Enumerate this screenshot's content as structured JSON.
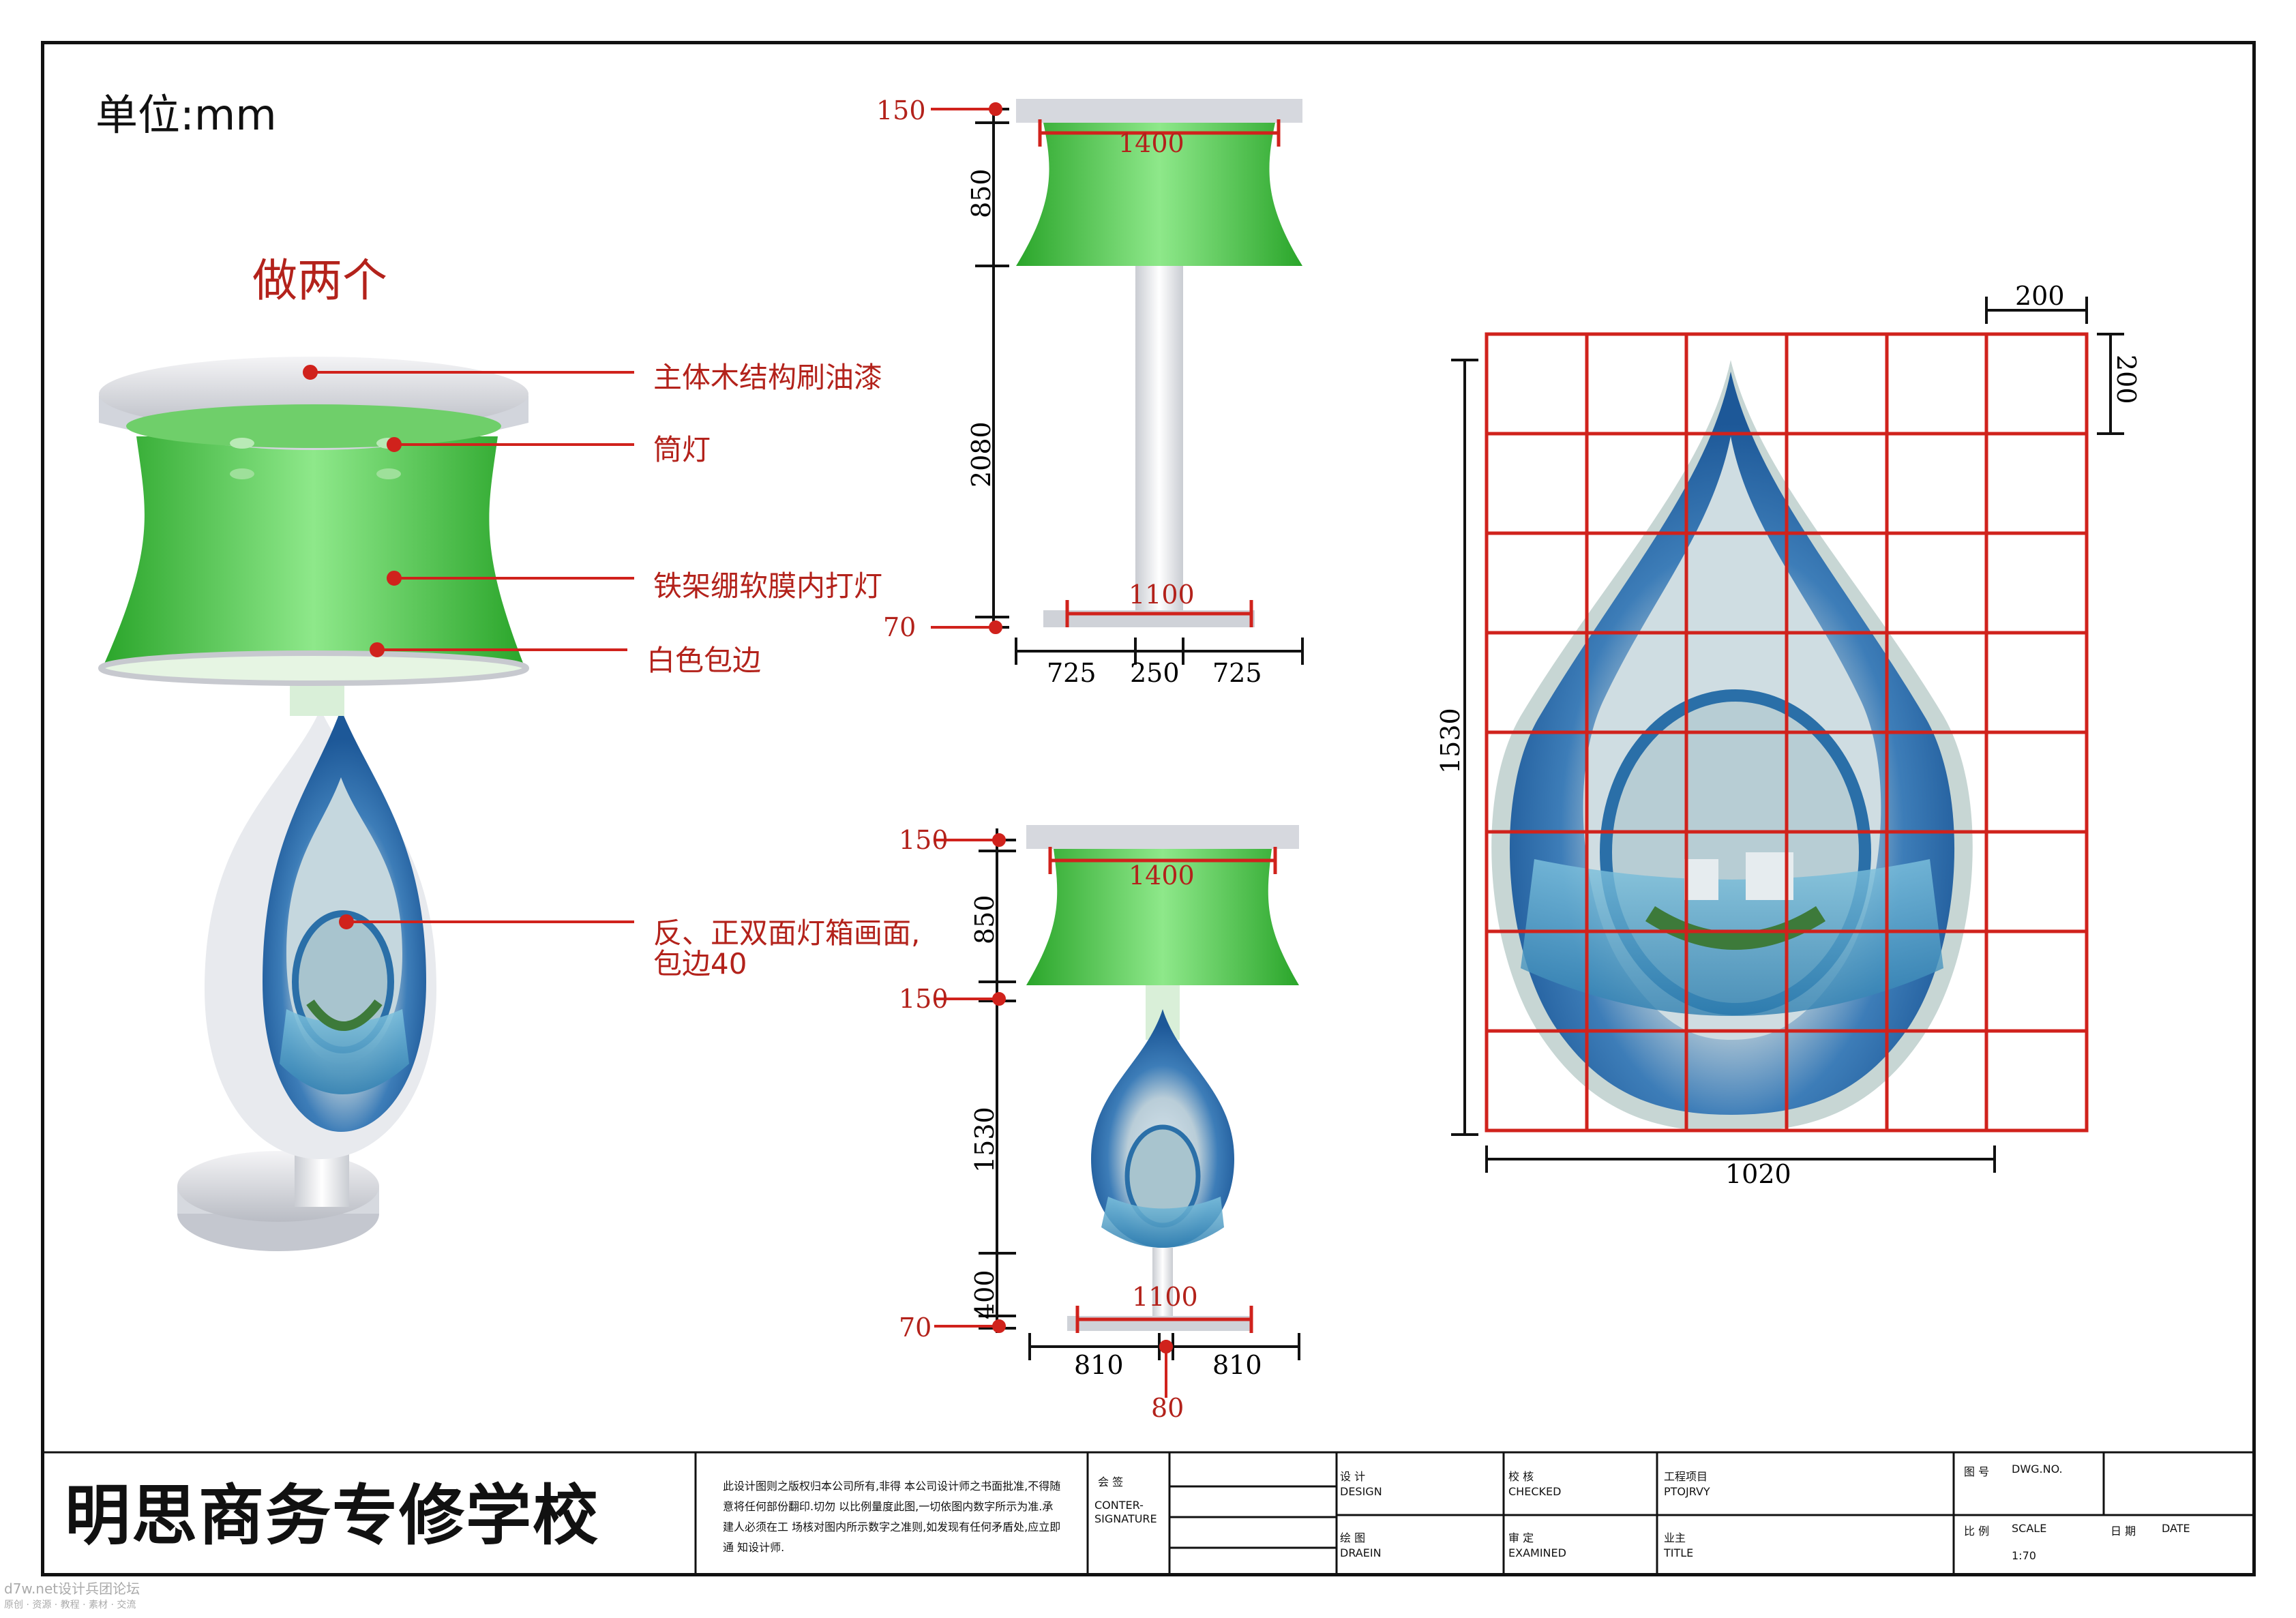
{
  "drawing": {
    "unit_label": "单位:mm",
    "make_note": "做两个",
    "callouts": [
      "主体木结构刷油漆",
      "筒灯",
      "铁架绷软膜内打灯",
      "白色包边",
      "反、正双面灯箱画面,",
      "包边40"
    ],
    "elevation_top": {
      "dims": [
        "150",
        "850",
        "2080",
        "70"
      ],
      "widths": [
        "1400",
        "1100",
        "725",
        "250",
        "725"
      ]
    },
    "elevation_bottom": {
      "dims": [
        "150",
        "850",
        "150",
        "1530",
        "400",
        "70"
      ],
      "widths": [
        "1400",
        "1100",
        "810",
        "810",
        "80"
      ]
    },
    "panel": {
      "grid_cell": "200",
      "grid_cell_v": "200",
      "height": "1530",
      "width": "1020"
    }
  },
  "title_block": {
    "school": "明思商务专修学校",
    "copyright_note": "此设计图则之版权归本公司所有,非得 本公司设计师之书面批准,不得随意将任何部份翻印.切勿 以比例量度此图,一切依图内数字所示为准.承建人必须在工 场核对图内所示数字之准则,如发现有任何矛盾处,应立即通 知设计师.",
    "countersign_cn": "会  签",
    "countersign_en": "CONTER-SIGNATURE",
    "design_cn": "设 计",
    "design_en": "DESIGN",
    "checked_cn": "校 核",
    "checked_en": "CHECKED",
    "project_cn": "工程项目",
    "project_en": "PTOJRVY",
    "drawn_cn": "绘 图",
    "drawn_en": "DRAEIN",
    "examined_cn": "审 定",
    "examined_en": "EXAMINED",
    "owner_cn": "业主",
    "owner_en": "TITLE",
    "dwg_cn": "图 号",
    "dwg_en": "DWG.NO.",
    "scale_cn": "比 例",
    "scale_en": "SCALE",
    "scale_value": "1:70",
    "date_cn": "日 期",
    "date_en": "DATE"
  },
  "watermark": {
    "line1": "d7w.net设计兵团论坛",
    "line2": "原创 · 资源 · 教程 · 素材 · 交流"
  },
  "colors": {
    "dimension_red": "#d0221c",
    "shade_green": "#3fbf3a",
    "drop_blue": "#1f5fa8",
    "line_black": "#111111"
  }
}
